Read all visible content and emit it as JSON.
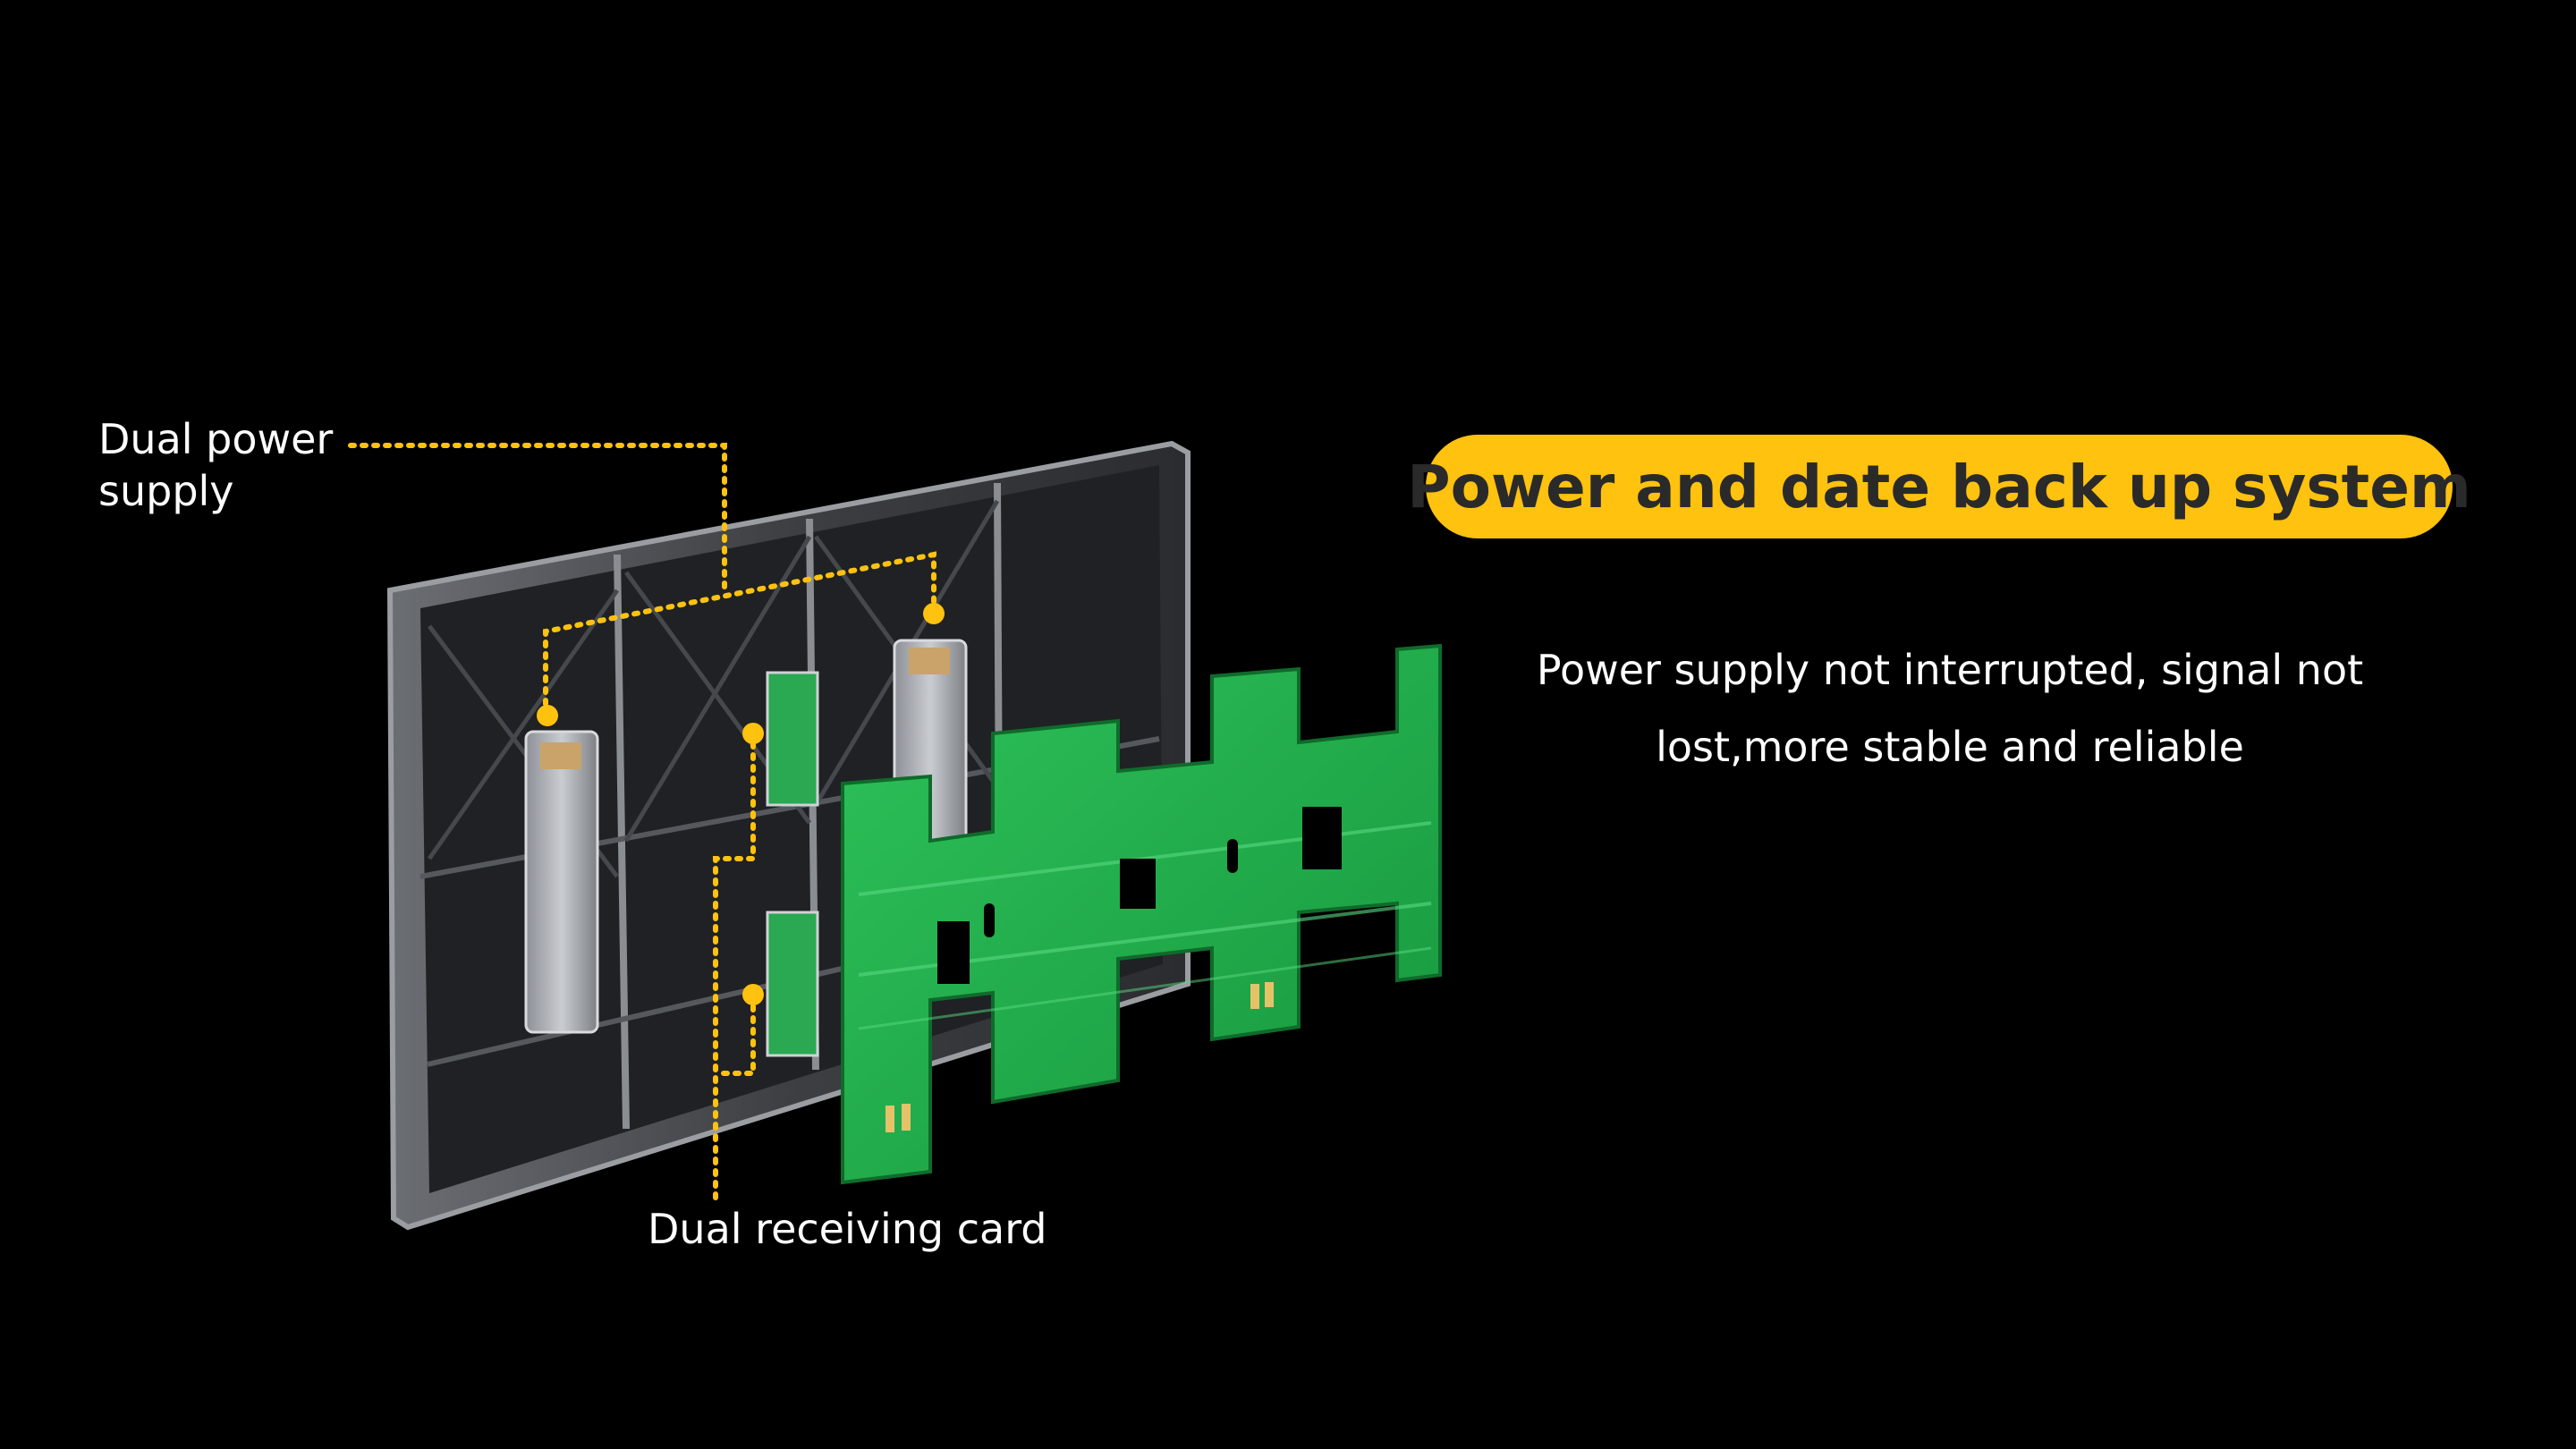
{
  "callouts": {
    "power_line1": "Dual power",
    "power_line2": "supply",
    "receiving_card": "Dual receiving card"
  },
  "feature": {
    "title": "Power and date back up system",
    "description_line1": "Power supply not interrupted, signal not",
    "description_line2": "lost,more stable and reliable"
  },
  "colors": {
    "background": "#000000",
    "accent": "#ffc20e",
    "pcb_green": "#22b14c",
    "cabinet_gray": "#5a5c60",
    "text": "#ffffff"
  }
}
